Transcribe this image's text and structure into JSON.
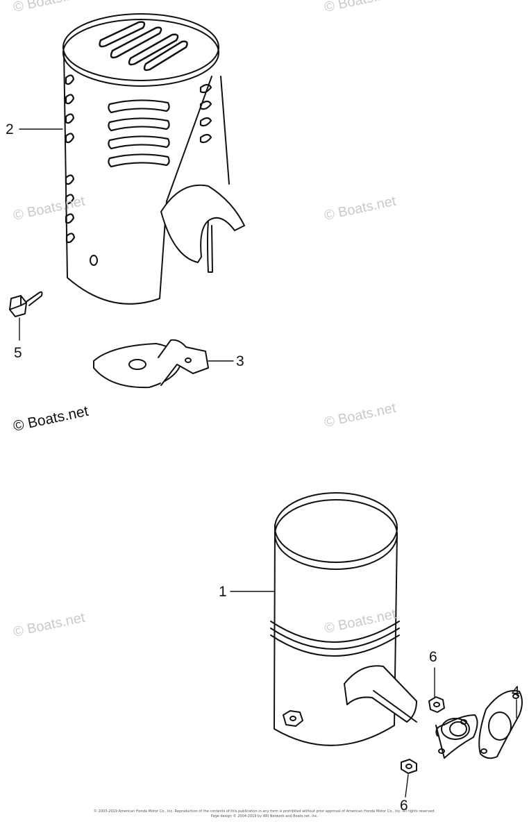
{
  "watermarks": {
    "main": "© Boats.net",
    "faint": "© Boats.net"
  },
  "callouts": {
    "part_1": "1",
    "part_2": "2",
    "part_3": "3",
    "part_4": "4",
    "part_5": "5",
    "part_6_upper": "6",
    "part_6_lower": "6"
  },
  "footer": {
    "line1": "© 2003-2019 American Honda Motor Co., Inc. Reproduction of the contents of this publication in any form is prohibited without prior approval of American Honda Motor Co., Inc. All rights reserved.",
    "line2": "Page design © 2004-2019 by ARI Network and Boats.net, Inc."
  }
}
